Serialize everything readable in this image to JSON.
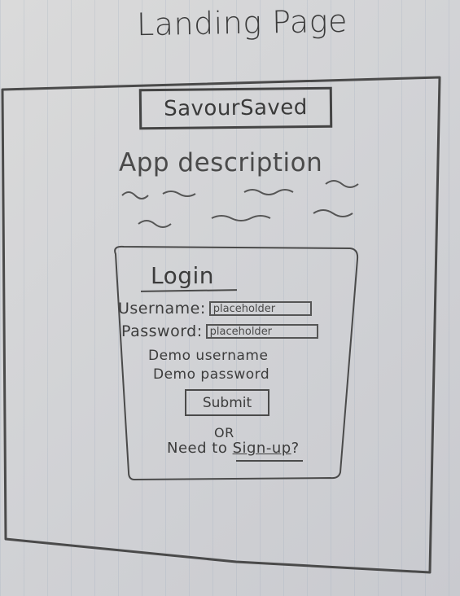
{
  "page": {
    "heading": "Landing Page"
  },
  "app": {
    "title": "SavourSaved",
    "description_heading": "App description"
  },
  "login": {
    "title": "Login",
    "username_label": "Username:",
    "username_placeholder": "placeholder",
    "password_label": "Password:",
    "password_placeholder": "placeholder",
    "demo_username": "Demo username",
    "demo_password": "Demo password",
    "submit_label": "Submit",
    "or_text": "OR",
    "signup_prefix": "Need to",
    "signup_link": "Sign-up",
    "signup_suffix": "?"
  },
  "colors": {
    "paper": "#d4d5d8",
    "ink": "#3a3a3a"
  }
}
